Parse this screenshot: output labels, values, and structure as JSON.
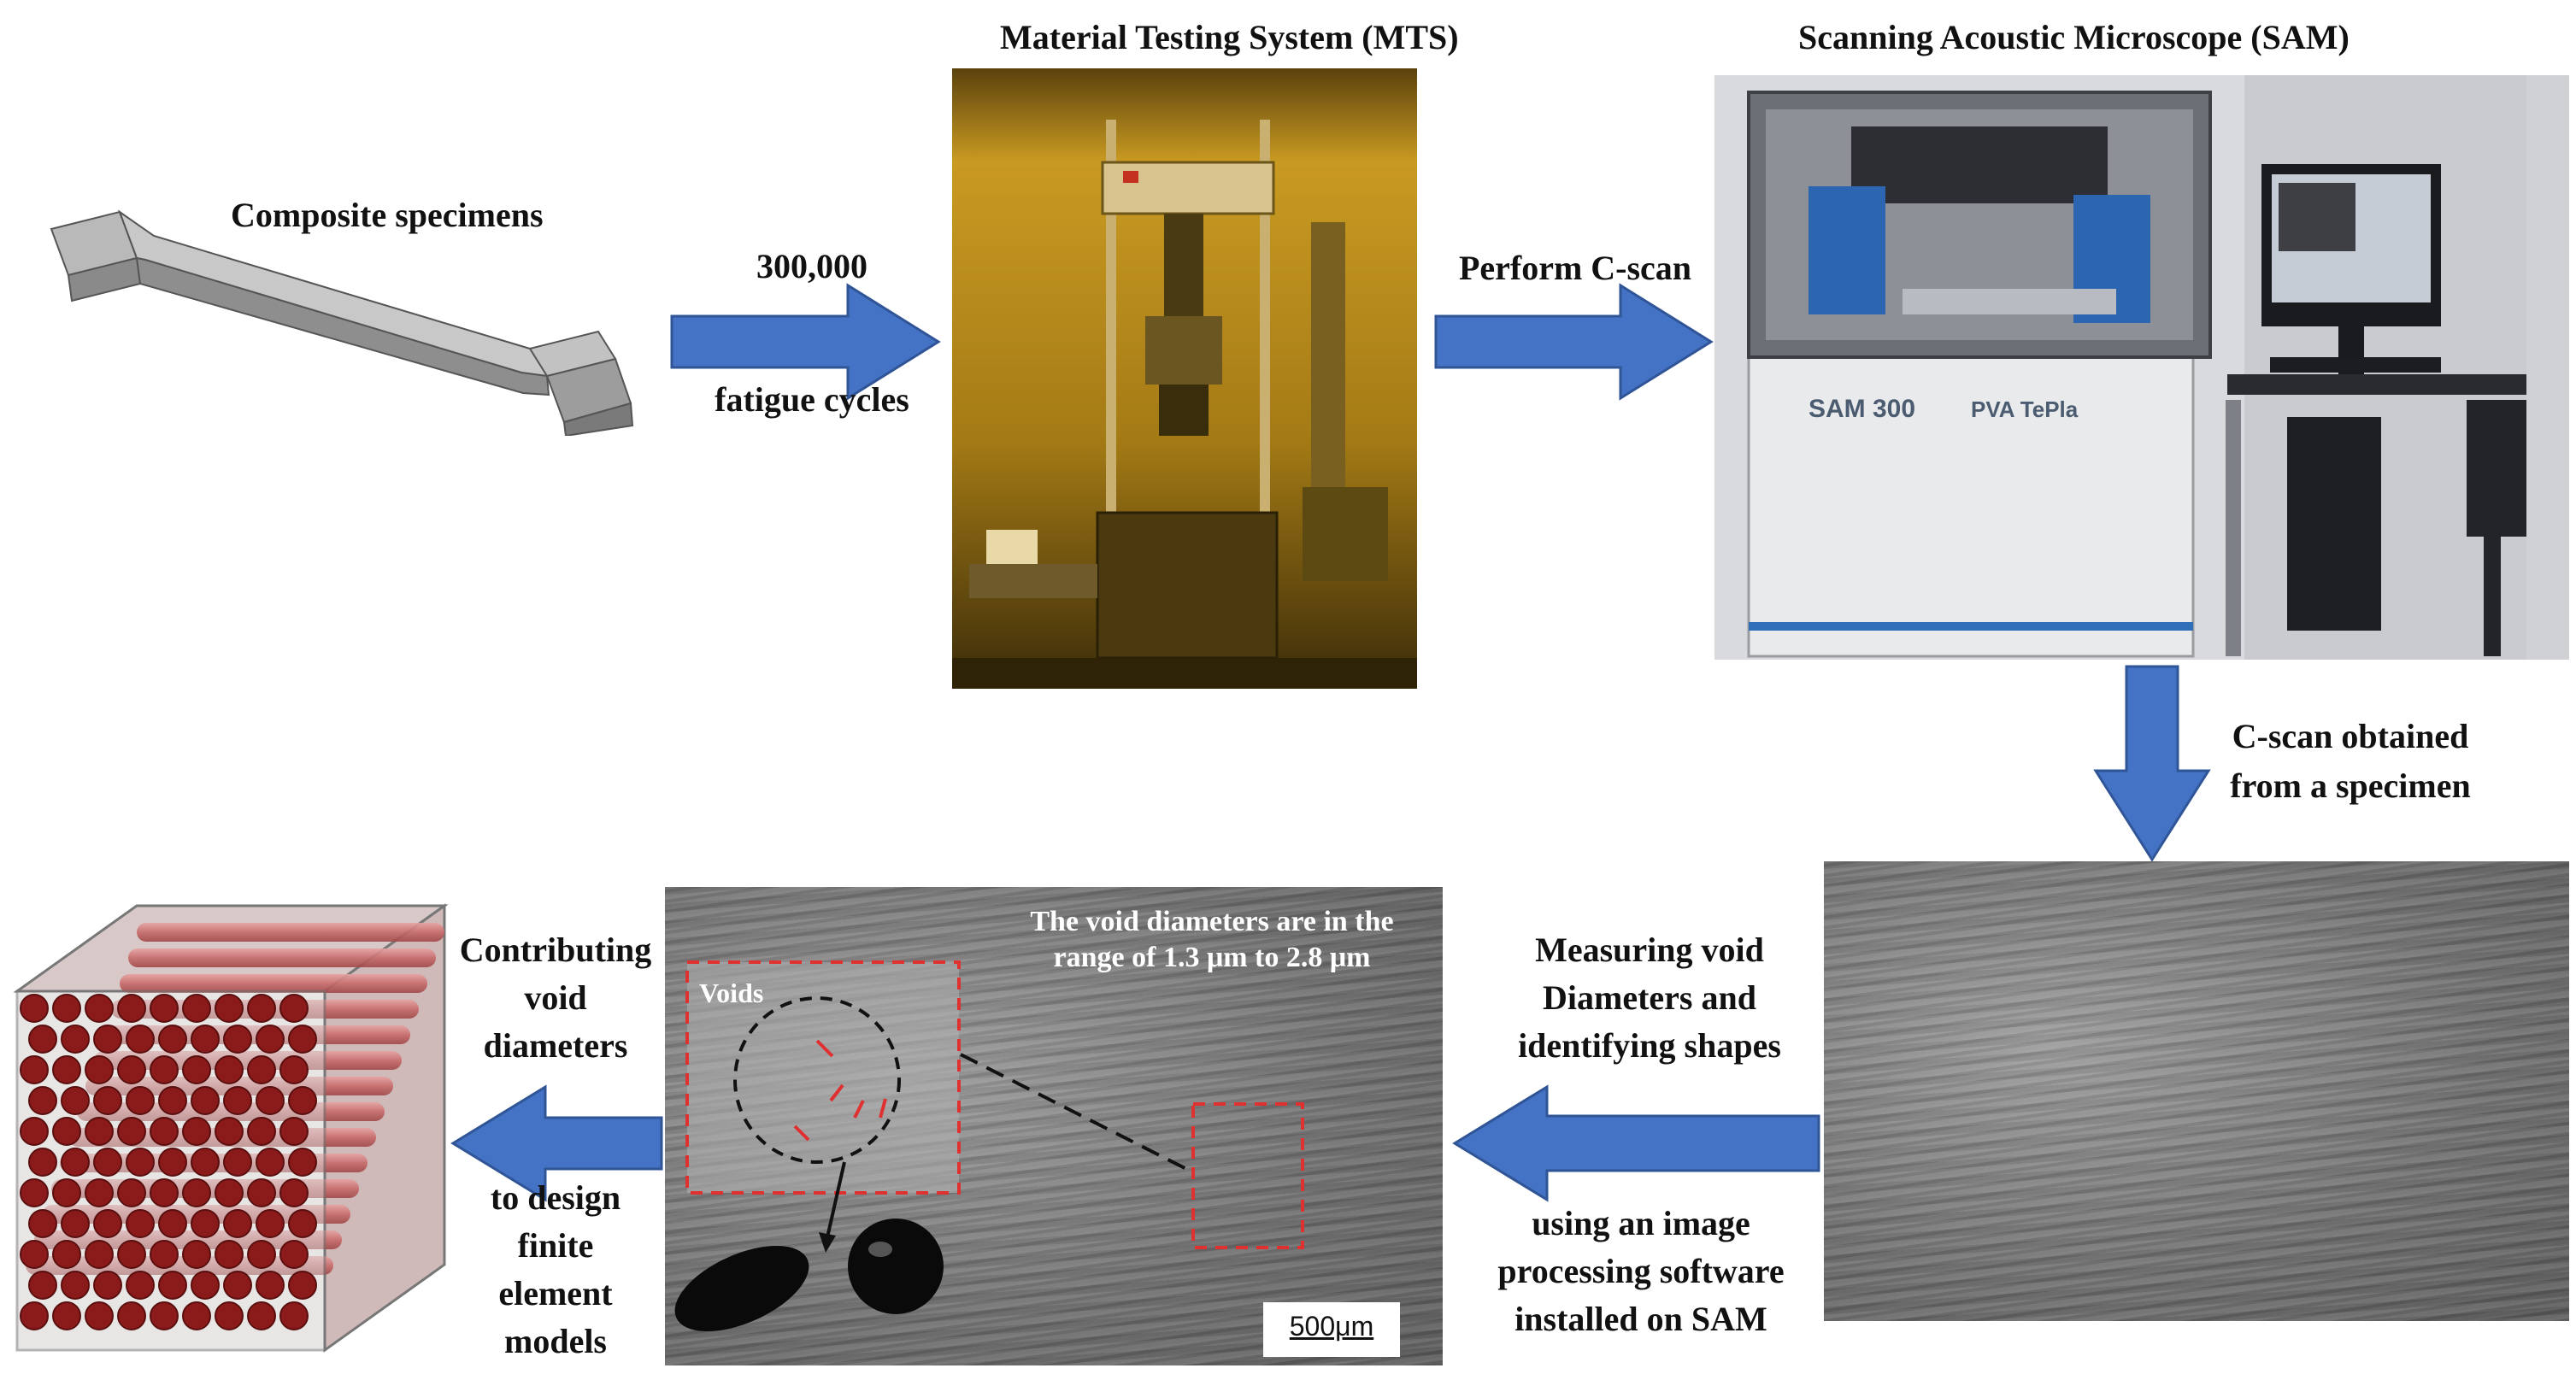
{
  "titles": {
    "specimens": "Composite specimens",
    "mts": "Material Testing System (MTS)",
    "sam": "Scanning Acoustic Microscope (SAM)"
  },
  "arrow_labels": {
    "cycles_top": "300,000",
    "cycles_bottom": "fatigue cycles",
    "cscan": "Perform C-scan",
    "obtained_1": "C-scan obtained",
    "obtained_2": "from a specimen",
    "measure_1": "Measuring void",
    "measure_2": "Diameters and",
    "measure_3": "identifying shapes",
    "software_1": "using an image",
    "software_2": "processing software",
    "software_3": "installed on SAM",
    "contrib_1": "Contributing",
    "contrib_2": "void",
    "contrib_3": "diameters",
    "design_1": "to design",
    "design_2": "finite",
    "design_3": "element",
    "design_4": "models"
  },
  "sam_machine": {
    "model": "SAM 300",
    "brand": "PVA TePla"
  },
  "void_image": {
    "note_1": "The void diameters are in the",
    "note_2": "range of 1.3 μm to 2.8 μm",
    "inset_label": "Voids",
    "scale_bar": "500μm"
  },
  "colors": {
    "arrow": "#4472c4",
    "dashed_box": "#e03030",
    "fiber": "#8b1a1a",
    "mts_tint": "#b08418"
  }
}
